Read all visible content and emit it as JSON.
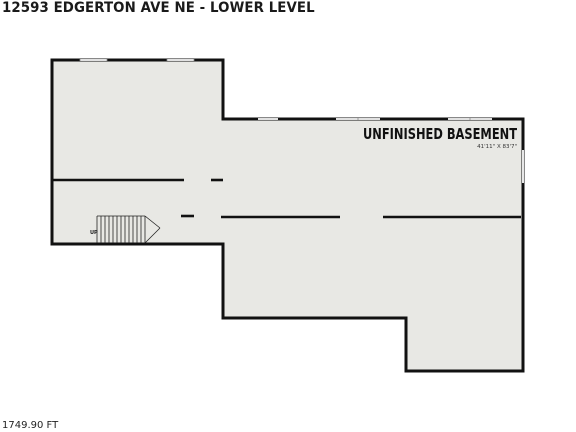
{
  "title": "12593 EDGERTON AVE NE - LOWER LEVEL",
  "room": {
    "name": "UNFINISHED BASEMENT",
    "dimensions": "41'11\" X 83'7\""
  },
  "stair_label": "UP",
  "total_area": "1749.90 FT",
  "colors": {
    "floor": "#e8e8e4",
    "wall": "#111111",
    "window": "#ffffff"
  }
}
